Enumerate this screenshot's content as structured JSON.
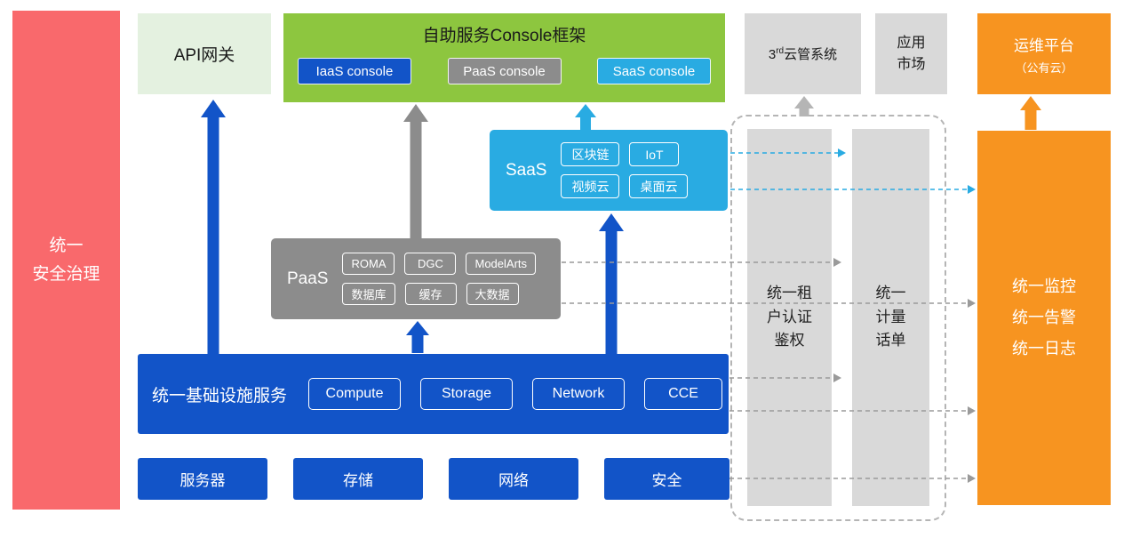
{
  "colors": {
    "blue": "#1254c8",
    "green": "#8dc63f",
    "light_green": "#e4f1e0",
    "cyan": "#29abe2",
    "gray": "#8c8c8c",
    "light_gray": "#d9d9d9",
    "orange": "#f79420",
    "red": "#f9696c"
  },
  "security_bar": {
    "label": "统一\n安全治理"
  },
  "api_gateway": {
    "label": "API网关"
  },
  "console": {
    "title": "自助服务Console框架",
    "items": [
      "IaaS console",
      "PaaS console",
      "SaaS console"
    ]
  },
  "third_party": {
    "prefix": "3",
    "sup": "rd",
    "suffix": "云管系统"
  },
  "app_market": {
    "label": "应用\n市场"
  },
  "om_platform": {
    "line1": "运维平台",
    "line2": "（公有云）"
  },
  "saas": {
    "label": "SaaS",
    "items": [
      "区块链",
      "IoT",
      "视频云",
      "桌面云"
    ]
  },
  "paas": {
    "label": "PaaS",
    "items": [
      "ROMA",
      "DGC",
      "ModelArts",
      "数据库",
      "缓存",
      "大数据"
    ]
  },
  "infra": {
    "label": "统一基础设施服务",
    "items": [
      "Compute",
      "Storage",
      "Network",
      "CCE"
    ]
  },
  "hardware": {
    "items": [
      "服务器",
      "存储",
      "网络",
      "安全"
    ]
  },
  "auth_bar": {
    "label": "统一租\n户认证\n鉴权"
  },
  "metering_bar": {
    "label": "统一\n计量\n话单"
  },
  "monitor_box": {
    "label": "统一监控\n统一告警\n统一日志"
  }
}
